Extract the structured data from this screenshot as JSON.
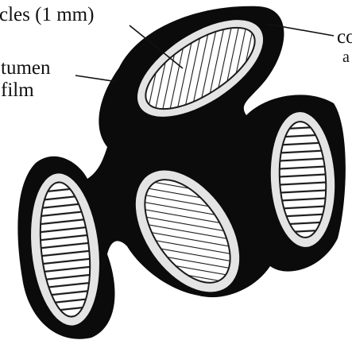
{
  "labels": {
    "particles": "cles (1 mm)",
    "bitumen_line1": "tumen",
    "bitumen_line2": "film",
    "coating_line1": "co",
    "coating_line2": "a"
  },
  "colors": {
    "bitumen": "#0b0b0b",
    "coating": "#e4e4e4",
    "particle": "#ffffff",
    "hatch": "#1a1a1a",
    "text": "#111111"
  }
}
